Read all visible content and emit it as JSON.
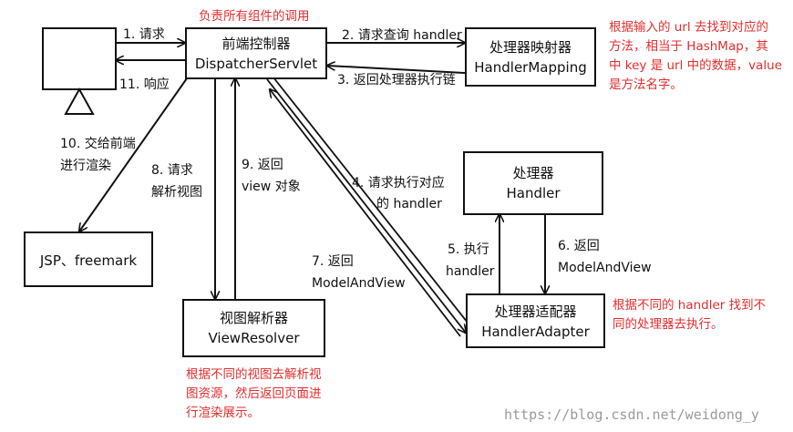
{
  "title_note": "负责所有组件的调用",
  "boxes": {
    "dispatcher": {
      "line1": "前端控制器",
      "line2": "DispatcherServlet"
    },
    "mapping": {
      "line1": "处理器映射器",
      "line2": "HandlerMapping"
    },
    "handler": {
      "line1": "处理器",
      "line2": "Handler"
    },
    "adapter": {
      "line1": "处理器适配器",
      "line2": "HandlerAdapter"
    },
    "resolver": {
      "line1": "视图解析器",
      "line2": "ViewResolver"
    },
    "jsp": {
      "line1": "JSP、freemark"
    }
  },
  "steps": {
    "s1": "1. 请求",
    "s2": "2. 请求查询 handler",
    "s3": "3. 返回处理器执行链",
    "s4_l1": "4. 请求执行对应",
    "s4_l2": "的 handler",
    "s5_l1": "5. 执行",
    "s5_l2": "handler",
    "s6_l1": "6. 返回",
    "s6_l2": "ModelAndView",
    "s7_l1": "7. 返回",
    "s7_l2": "ModelAndView",
    "s8_l1": "8. 请求",
    "s8_l2": "解析视图",
    "s9_l1": "9. 返回",
    "s9_l2": "view 对象",
    "s10_l1": "10. 交给前端",
    "s10_l2": "进行渲染",
    "s11": "11. 响应"
  },
  "notes": {
    "mapping_note": [
      "根据输入的 url 去找到对应的",
      "方法，相当于 HashMap，其",
      "中 key 是 url 中的数据，value",
      "是方法名字。"
    ],
    "adapter_note": [
      "根据不同的 handler 找到不",
      "同的处理器去执行。"
    ],
    "resolver_note": [
      "根据不同的视图去解析视",
      "图资源，然后返回页面进",
      "行渲染展示。"
    ]
  },
  "watermark": "https://blog.csdn.net/weidong_y",
  "colors": {
    "note": "#e32d2d",
    "line": "#111111",
    "watermark": "#9a9a9a"
  }
}
